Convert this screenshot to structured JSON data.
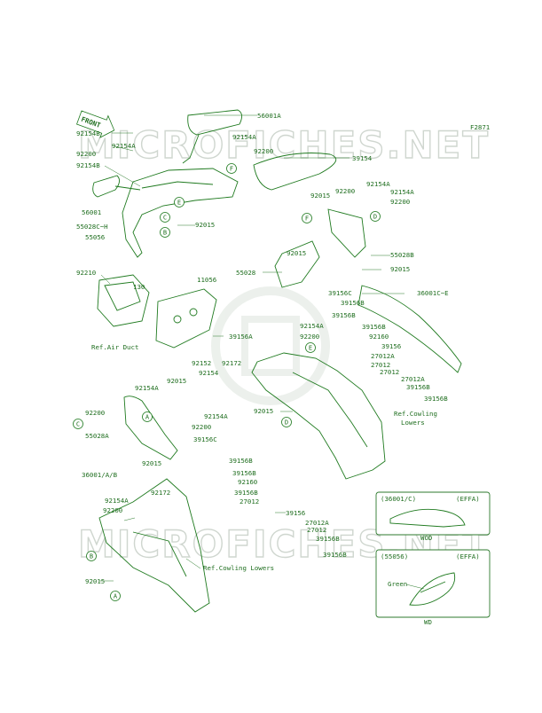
{
  "figure_code": "F2871",
  "watermark_text": "MICROFICHES.NET",
  "front_arrow": "FRONT",
  "callouts": [
    "A",
    "B",
    "C",
    "D",
    "E",
    "F"
  ],
  "ref_notes": {
    "air_duct": "Ref.Air Duct",
    "cowling_lowers_right_1": "Ref.Cowling",
    "cowling_lowers_right_2": "Lowers",
    "cowling_lowers_bottom": "Ref.Cowling Lowers"
  },
  "inset_1": {
    "title": "(36001/C)",
    "tag": "(EFFA)",
    "caption": "WOD"
  },
  "inset_2": {
    "title": "(55056)",
    "tag": "(EFFA)",
    "color_label": "Green",
    "caption": "WD"
  },
  "part_labels": [
    "56001A",
    "92154B",
    "92154A",
    "92200",
    "92154B",
    "56001",
    "55028C~H",
    "55056",
    "92015",
    "92154A",
    "92200",
    "39154",
    "92015",
    "92200",
    "92154A",
    "92154A",
    "92200",
    "92015",
    "55028B",
    "92015",
    "55028",
    "92210",
    "130",
    "11056",
    "Ref.Air Duct",
    "92152",
    "92154",
    "39156A",
    "92172",
    "36001C~E",
    "39156C",
    "39156B",
    "39156B",
    "92154A",
    "92200",
    "39156B",
    "92160",
    "39156",
    "27012A",
    "27012",
    "27012",
    "27012A",
    "39156B",
    "39156B",
    "92015",
    "92200",
    "92154A",
    "92015",
    "55028A",
    "92154A",
    "92200",
    "39156C",
    "39156B",
    "92015",
    "36001/A/B",
    "39156B",
    "92160",
    "92172",
    "92154A",
    "92200",
    "39156B",
    "27012",
    "27012A",
    "39156",
    "27012",
    "39156B",
    "39156B",
    "92015"
  ]
}
